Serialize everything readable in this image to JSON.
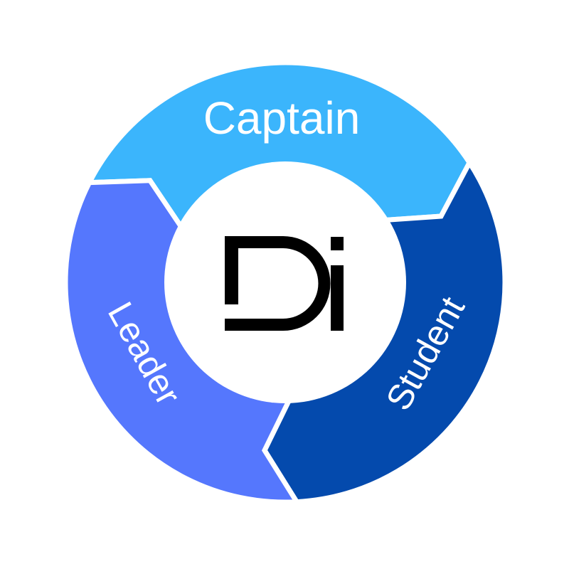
{
  "diagram": {
    "segments": [
      {
        "label": "Captain",
        "color": "#3bb5fc"
      },
      {
        "label": "Student",
        "color": "#044aad"
      },
      {
        "label": "Leader",
        "color": "#5577fd"
      }
    ],
    "center_logo": {
      "text": "Di",
      "color": "#000000"
    }
  }
}
